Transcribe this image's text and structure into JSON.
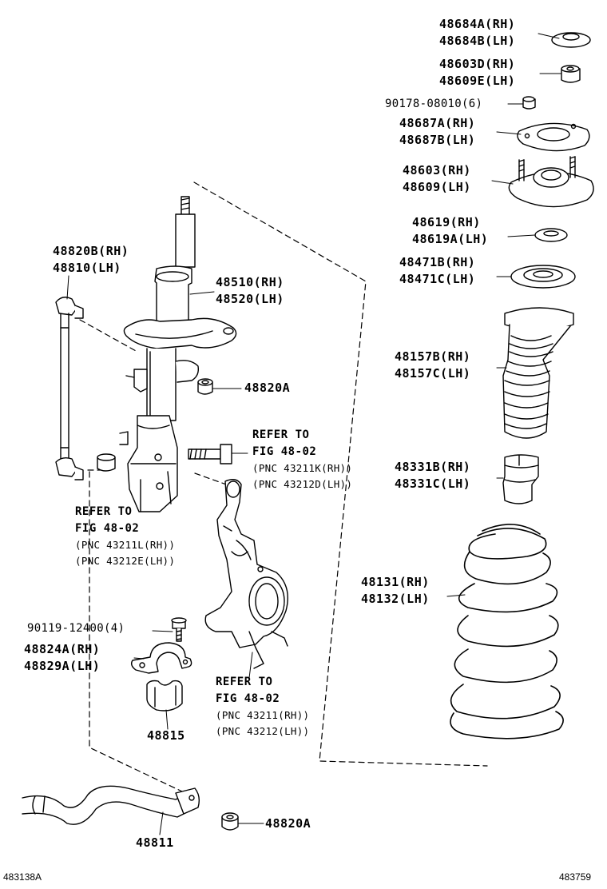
{
  "parts": {
    "upper_cap": [
      "48684A(RH)",
      "48684B(LH)"
    ],
    "upper_nut": [
      "48603D(RH)",
      "48609E(LH)"
    ],
    "nut_qty": "90178-08010(6)",
    "gasket": [
      "48687A(RH)",
      "48687B(LH)"
    ],
    "strut_mount": [
      "48603(RH)",
      "48609(LH)"
    ],
    "bearing": [
      "48619(RH)",
      "48619A(LH)"
    ],
    "spring_seat": [
      "48471B(RH)",
      "48471C(LH)"
    ],
    "boot": [
      "48157B(RH)",
      "48157C(LH)"
    ],
    "bumper": [
      "48331B(RH)",
      "48331C(LH)"
    ],
    "coil_spring": [
      "48131(RH)",
      "48132(LH)"
    ],
    "link": [
      "48820B(RH)",
      "48810(LH)"
    ],
    "strut": [
      "48510(RH)",
      "48520(LH)"
    ],
    "link_nut_top": "48820A",
    "bolt_qty": "90119-12400(4)",
    "bracket": [
      "48824A(RH)",
      "48829A(LH)"
    ],
    "bushing": "48815",
    "stabilizer_bar": "48811",
    "link_nut_bottom": "48820A"
  },
  "references": {
    "ref1": [
      "REFER TO",
      "FIG 48-02",
      "(PNC 43211K(RH))",
      "(PNC 43212D(LH))"
    ],
    "ref2": [
      "REFER TO",
      "FIG 48-02",
      "(PNC 43211L(RH))",
      "(PNC 43212E(LH))"
    ],
    "ref3": [
      "REFER TO",
      "FIG 48-02",
      "(PNC 43211(RH))",
      "(PNC 43212(LH))"
    ]
  },
  "codes": {
    "left": "483138A",
    "right": "483759"
  }
}
